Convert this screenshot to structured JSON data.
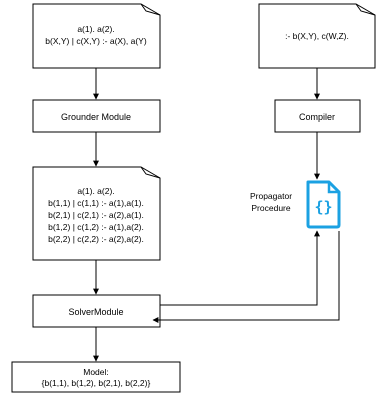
{
  "input_program": {
    "lines": [
      "a(1). a(2).",
      "b(X,Y) | c(X,Y) :- a(X), a(Y)"
    ]
  },
  "constraint_program": {
    "lines": [
      ":- b(X,Y), c(W,Z)."
    ]
  },
  "grounder": {
    "label": "Grounder Module"
  },
  "compiler": {
    "label": "Compiler"
  },
  "ground_program": {
    "lines": [
      "a(1). a(2).",
      "b(1,1) | c(1,1) :- a(1),a(1).",
      "b(2,1) | c(2,1) :- a(2),a(1).",
      "b(1,2) | c(1,2) :- a(1),a(2).",
      "b(2,2) | c(2,2) :- a(2),a(2)."
    ]
  },
  "propagator": {
    "label_lines": [
      "Propagator",
      "Procedure"
    ],
    "icon": "code-braces-file-icon",
    "icon_color": "#1ba1e2"
  },
  "solver": {
    "label": "SolverModule"
  },
  "model": {
    "lines": [
      "Model:",
      "{b(1,1), b(1,2), b(2,1), b(2,2)}"
    ]
  }
}
